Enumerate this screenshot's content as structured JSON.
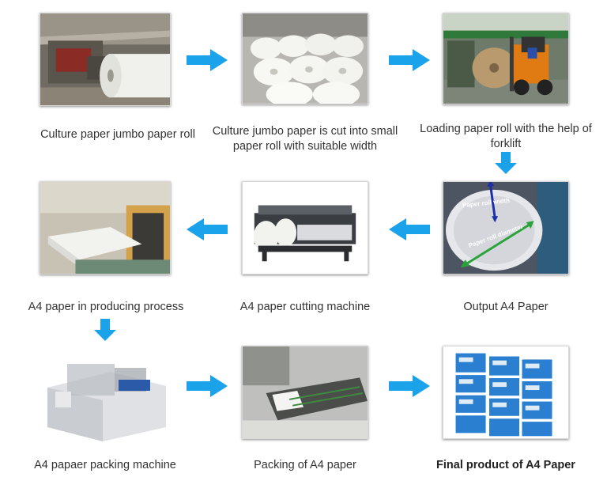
{
  "arrow_color": "#1aa3ea",
  "steps": [
    {
      "caption": "Culture paper jumbo paper roll"
    },
    {
      "caption": "Culture jumbo paper is cut into small paper roll with suitable width"
    },
    {
      "caption": "Loading paper roll with the help of forklift"
    },
    {
      "caption": "Output A4 Paper"
    },
    {
      "caption": "A4 paper cutting machine"
    },
    {
      "caption": "A4 paper in producing process"
    },
    {
      "caption": "A4 papaer packing machine"
    },
    {
      "caption": "Packing of A4 paper"
    },
    {
      "caption": "Final product of A4 Paper"
    }
  ],
  "photo_labels": {
    "roll_width": "Paper roll width",
    "roll_diameter": "Paper roll diameter"
  }
}
